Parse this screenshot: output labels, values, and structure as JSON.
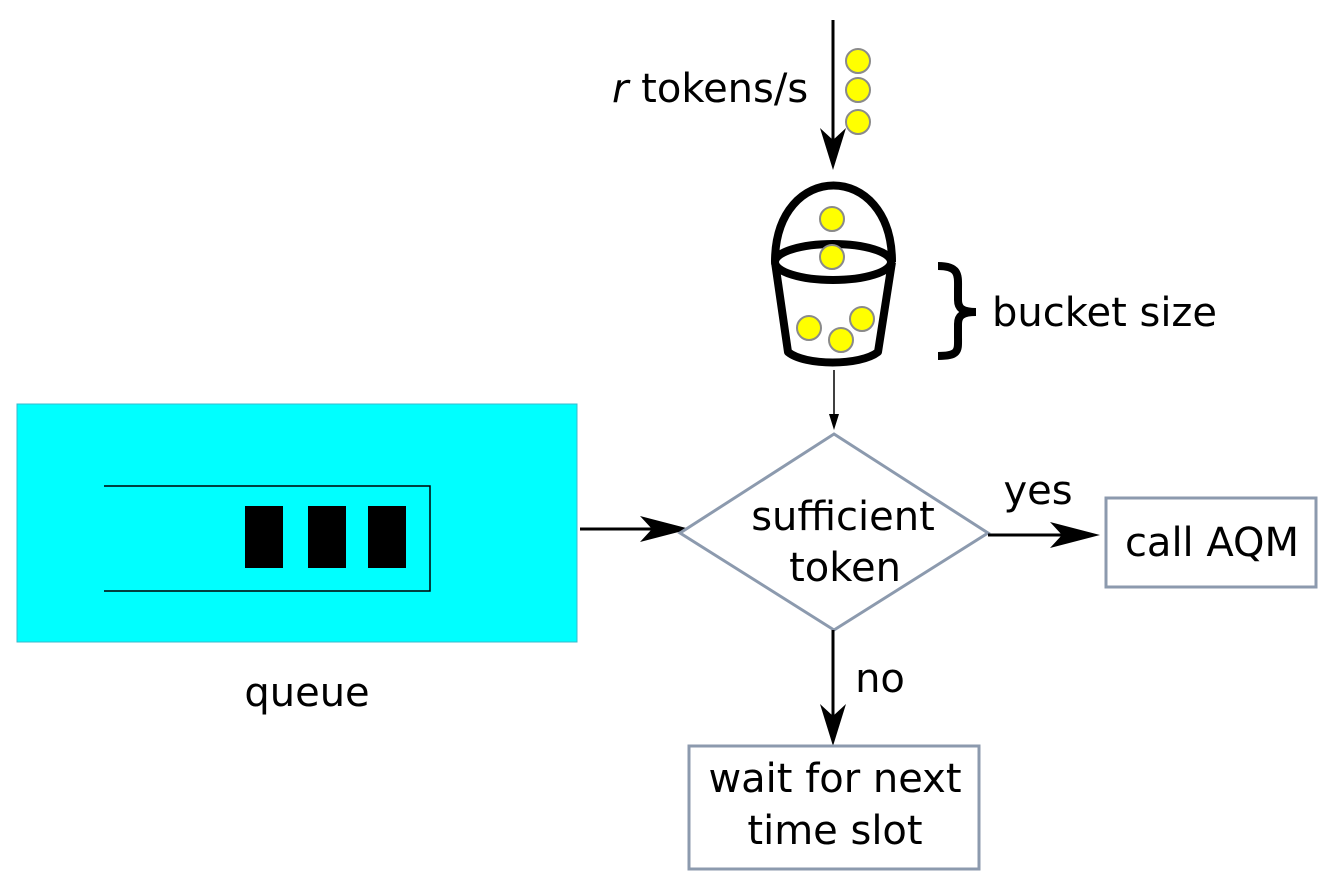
{
  "rate_label": {
    "symbol": "r",
    "unit": " tokens/s"
  },
  "bucket_label": "bucket size",
  "queue_label": "queue",
  "decision": {
    "line1": "sufficient",
    "line2": "token"
  },
  "yes_label": "yes",
  "no_label": "no",
  "call_aqm_label": "call AQM",
  "wait_box": {
    "line1": "wait for next",
    "line2": "time slot"
  },
  "colors": {
    "queue_fill": "#00ffff",
    "token_fill": "#ffff00",
    "token_stroke": "#8a8a8a",
    "box_border": "#8c9aae",
    "arrow": "#000000"
  }
}
